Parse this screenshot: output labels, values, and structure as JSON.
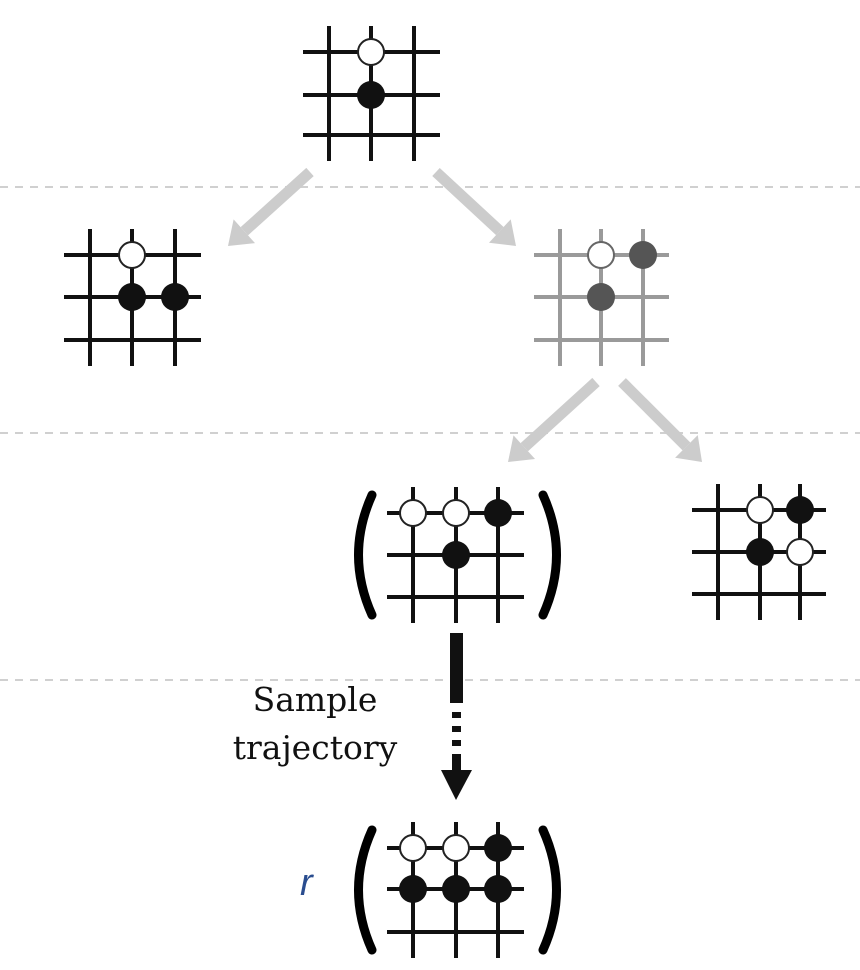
{
  "title": "Monte Carlo tree search rollout on Go boards",
  "label_line1": "Sample",
  "label_line2": "trajectory",
  "reward_symbol": "r",
  "colors": {
    "line": "#111111",
    "faded_line": "#9a9a9a",
    "arrow": "#cccccc",
    "black_stone": "#111111",
    "faded_stone": "#555555",
    "divider": "#d0d0d0"
  },
  "boards": [
    {
      "id": "root",
      "stones": [
        [
          0,
          1,
          "w"
        ],
        [
          1,
          1,
          "b"
        ]
      ]
    },
    {
      "id": "child-left",
      "stones": [
        [
          0,
          1,
          "w"
        ],
        [
          1,
          1,
          "b"
        ],
        [
          1,
          2,
          "b"
        ]
      ]
    },
    {
      "id": "child-right-selected",
      "faded": true,
      "stones": [
        [
          0,
          1,
          "w"
        ],
        [
          0,
          2,
          "g"
        ],
        [
          1,
          1,
          "g"
        ]
      ]
    },
    {
      "id": "grandchild-left-evaluated",
      "stones": [
        [
          0,
          0,
          "w"
        ],
        [
          0,
          1,
          "w"
        ],
        [
          0,
          2,
          "b"
        ],
        [
          1,
          1,
          "b"
        ]
      ]
    },
    {
      "id": "grandchild-right",
      "stones": [
        [
          0,
          1,
          "w"
        ],
        [
          0,
          2,
          "b"
        ],
        [
          1,
          1,
          "b"
        ],
        [
          1,
          2,
          "w"
        ]
      ]
    },
    {
      "id": "terminal",
      "stones": [
        [
          0,
          0,
          "w"
        ],
        [
          0,
          1,
          "w"
        ],
        [
          0,
          2,
          "b"
        ],
        [
          1,
          0,
          "b"
        ],
        [
          1,
          1,
          "b"
        ],
        [
          1,
          2,
          "b"
        ]
      ]
    }
  ]
}
